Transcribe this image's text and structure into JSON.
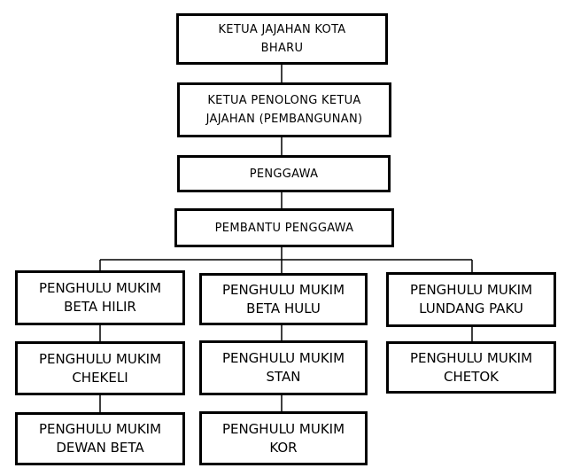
{
  "chart": {
    "levels": {
      "ketua_jajahan": "KETUA JAJAHAN KOTA\nBHARU",
      "penolong": "KETUA PENOLONG KETUA\nJAJAHAN (PEMBANGUNAN)",
      "penggawa": "PENGGAWA",
      "pembantu": "PEMBANTU  PENGGAWA"
    },
    "mukim": {
      "beta_hilir": "PENGHULU MUKIM\nBETA HILIR",
      "chekeli": "PENGHULU MUKIM\nCHEKELI",
      "dewan_beta": "PENGHULU MUKIM\nDEWAN BETA",
      "beta_hulu": "PENGHULU MUKIM\nBETA HULU",
      "stan": "PENGHULU MUKIM\nSTAN",
      "kor": "PENGHULU MUKIM\nKOR",
      "lundang_paku": "PENGHULU MUKIM\nLUNDANG PAKU",
      "chetok": "PENGHULU MUKIM\nCHETOK"
    }
  },
  "colors": {
    "border": "#000000",
    "background": "#ffffff",
    "text": "#000000"
  }
}
